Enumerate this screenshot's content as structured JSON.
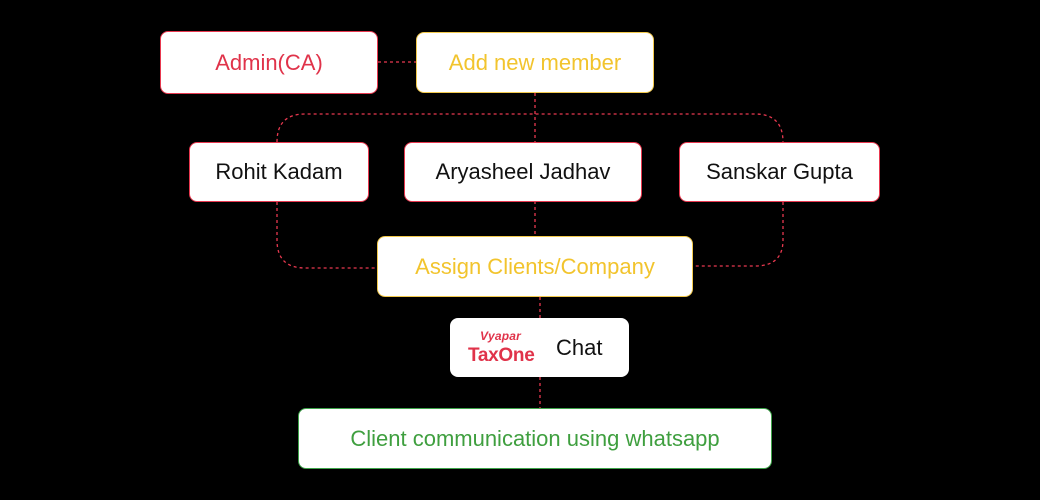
{
  "diagram": {
    "admin": {
      "label": "Admin(CA)"
    },
    "add_member": {
      "label": "Add new member"
    },
    "members": [
      {
        "name": "Rohit Kadam"
      },
      {
        "name": "Aryasheel Jadhav"
      },
      {
        "name": "Sanskar Gupta"
      }
    ],
    "assign": {
      "label": "Assign Clients/Company"
    },
    "chat": {
      "logo_top": "Vyapar",
      "logo_bottom": "TaxOne",
      "label": "Chat"
    },
    "whatsapp": {
      "label": "Client communication using whatsapp"
    }
  },
  "colors": {
    "background": "#000000",
    "node_fill": "#ffffff",
    "red": "#e0334a",
    "yellow": "#f2c42d",
    "green": "#3f9f3f",
    "connector": "#e8384f"
  }
}
